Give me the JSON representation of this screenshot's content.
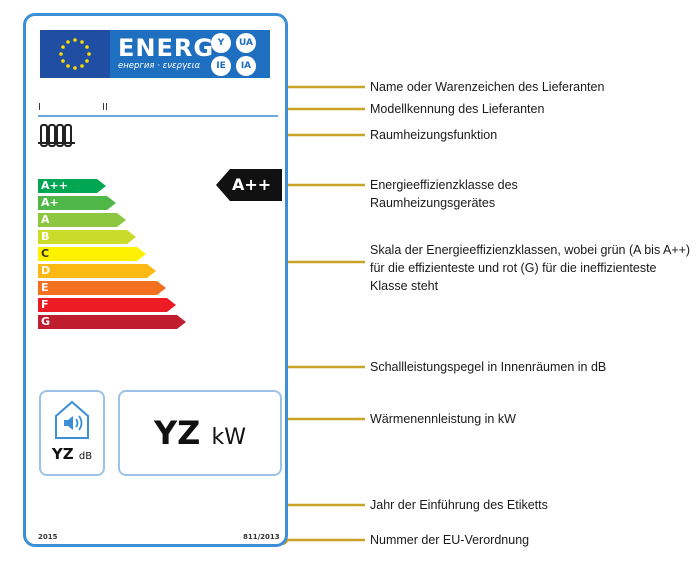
{
  "energy_label": {
    "header": {
      "title": "ENERG",
      "subtitle": "енергия · ενεργεια",
      "language_badges": [
        "Y",
        "UA",
        "IE",
        "IA"
      ]
    },
    "supplier_marks": [
      "I",
      "II"
    ],
    "function_icon": "radiator-icon",
    "efficiency_scale": [
      {
        "class": "A++",
        "color": "#00a651"
      },
      {
        "class": "A+",
        "color": "#50b848"
      },
      {
        "class": "A",
        "color": "#8dc63f"
      },
      {
        "class": "B",
        "color": "#cbdb2a"
      },
      {
        "class": "C",
        "color": "#fff200"
      },
      {
        "class": "D",
        "color": "#fdb913"
      },
      {
        "class": "E",
        "color": "#f37021"
      },
      {
        "class": "F",
        "color": "#ed1c24"
      },
      {
        "class": "G",
        "color": "#be1e2d"
      }
    ],
    "current_class": "A++",
    "sound_power": {
      "icon": "speaker-icon",
      "value": "YZ",
      "unit": "dB"
    },
    "heat_output": {
      "value": "YZ",
      "unit": "kW"
    },
    "year": "2015",
    "regulation": "811/2013"
  },
  "callouts": {
    "supplier_name": "Name oder Warenzeichen des Lieferanten",
    "model_id": "Modellkennung des Lieferanten",
    "heating_function": "Raumheizungsfunktion",
    "efficiency_class": "Energieeffizienzklasse des Raumheizungsgerätes",
    "scale": "Skala der Energieeffizienzklassen, wobei grün (A bis A++) für die effizienteste und rot (G) für die ineffizienteste Klasse steht",
    "sound_level": "Schallleistungspegel in Innenräumen in dB",
    "heat_output": "Wärmenennleistung in kW",
    "label_year": "Jahr der Einführung des Etiketts",
    "regulation_number": "Nummer der EU-Verordnung"
  },
  "colors": {
    "accent": "#c9a227",
    "label_border": "#3c8fd6",
    "header_blue": "#1f6fc0"
  }
}
